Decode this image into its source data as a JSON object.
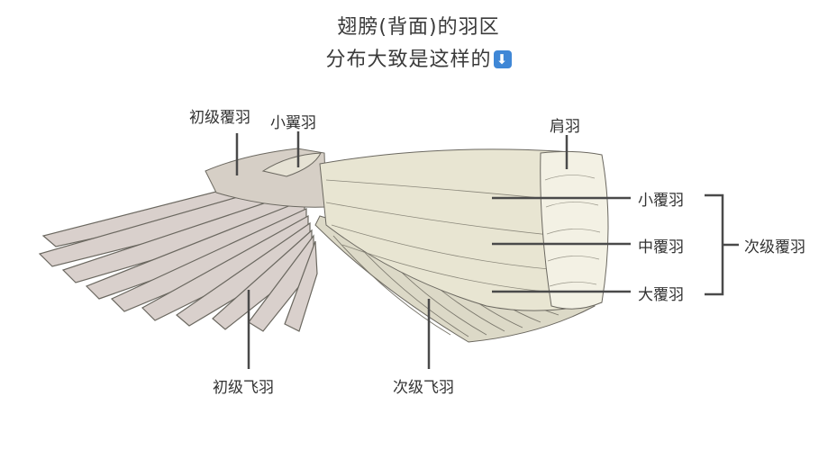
{
  "title": {
    "line1": "翅膀(背面)的羽区",
    "line2": "分布大致是这样的",
    "emoji": "⬇"
  },
  "labels": {
    "primary_coverts": "初级覆羽",
    "alula": "小翼羽",
    "scapulars": "肩羽",
    "lesser_coverts": "小覆羽",
    "median_coverts": "中覆羽",
    "greater_coverts": "大覆羽",
    "secondary_coverts": "次级覆羽",
    "primaries": "初级飞羽",
    "secondaries": "次级飞羽"
  },
  "colors": {
    "primaries_fill": "#d9d0cc",
    "secondaries_fill": "#dcd9c7",
    "coverts_fill": "#e8e5d2",
    "scapulars_fill": "#f3f1e4",
    "outline": "#6b6860",
    "leader": "#4a4a4a"
  }
}
